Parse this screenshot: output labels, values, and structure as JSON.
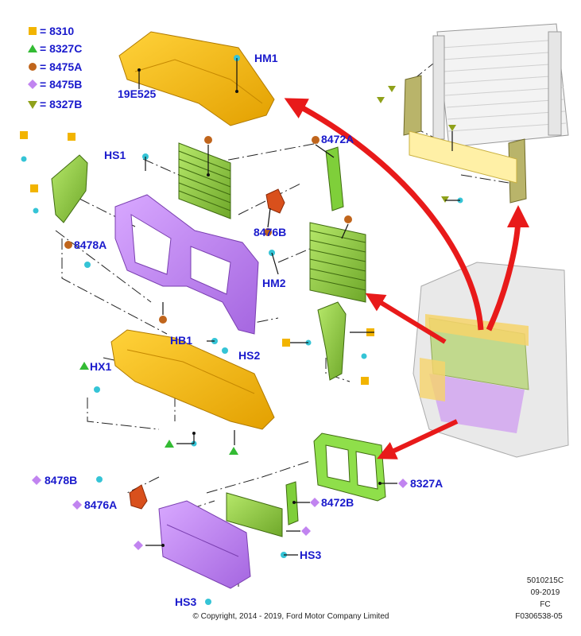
{
  "legend": [
    {
      "label": "= 8310",
      "shape": "square",
      "color": "#f2b400"
    },
    {
      "label": "= 8327C",
      "shape": "triangle-up",
      "color": "#33bb33"
    },
    {
      "label": "= 8475A",
      "shape": "circle",
      "color": "#c0651c"
    },
    {
      "label": "= 8475B",
      "shape": "diamond",
      "color": "#c184f0"
    },
    {
      "label": "= 8327B",
      "shape": "triangle-down",
      "color": "#8fa11a"
    }
  ],
  "callouts": {
    "hm1": "HM1",
    "p19e525": "19E525",
    "hs1": "HS1",
    "p8472a": "8472A",
    "p8476b": "8476B",
    "p8478a": "8478A",
    "hm2": "HM2",
    "hb1": "HB1",
    "hs2": "HS2",
    "hx1": "HX1",
    "p8478b": "8478B",
    "p8476a": "8476A",
    "p8472b": "8472B",
    "p8327a": "8327A",
    "hs3a": "HS3",
    "hs3b": "HS3"
  },
  "footer": {
    "code": "5010215C",
    "date": "09-2019",
    "fc": "FC",
    "figure": "F0306538-05",
    "copyright": "© Copyright, 2014 - 2019, Ford Motor Company Limited"
  },
  "colors": {
    "yellow_part": "#f2b400",
    "purple_part": "#c184f0",
    "green_part": "#8fcf3a",
    "orange_part": "#d9501c",
    "cyan_fastener": "#35c4d6",
    "arrow_red": "#e81a1a",
    "label_blue": "#1a1acc"
  }
}
